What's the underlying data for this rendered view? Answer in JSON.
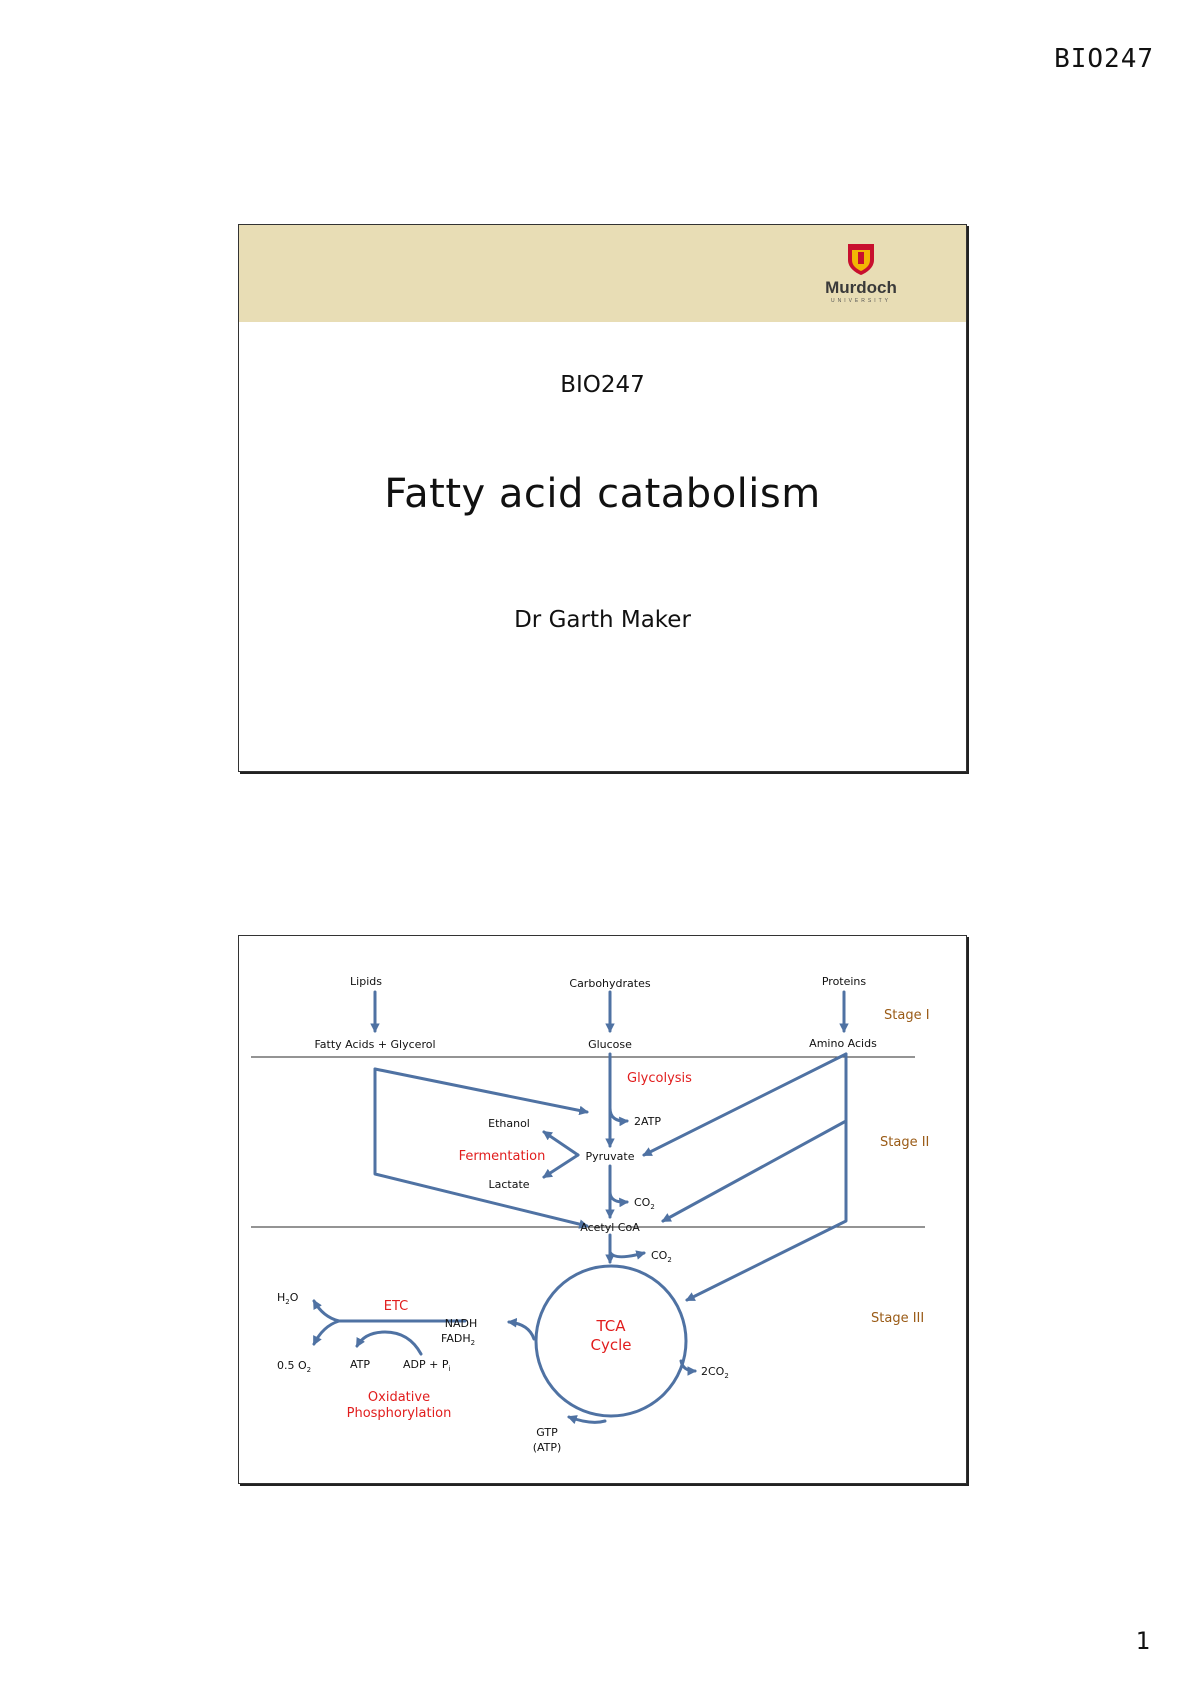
{
  "page": {
    "header_code": "BIO247",
    "page_number": "1"
  },
  "slide1": {
    "logo_text": "Murdoch",
    "logo_subtext": "UNIVERSITY",
    "course_code": "BIO247",
    "title": "Fatty acid catabolism",
    "author": "Dr Garth Maker"
  },
  "slide2": {
    "sources": {
      "lipids": "Lipids",
      "carbohydrates": "Carbohydrates",
      "proteins": "Proteins"
    },
    "monomers": {
      "fatty_acids": "Fatty Acids + Glycerol",
      "glucose": "Glucose",
      "amino_acids": "Amino Acids"
    },
    "stages": {
      "stage1": "Stage I",
      "stage2": "Stage II",
      "stage3": "Stage III"
    },
    "glycolysis": "Glycolysis",
    "atp_yield": "2ATP",
    "ethanol": "Ethanol",
    "fermentation": "Fermentation",
    "pyruvate": "Pyruvate",
    "lactate": "Lactate",
    "co2_pdh": {
      "main": "CO",
      "sub": "2"
    },
    "acetyl_coa": "Acetyl CoA",
    "co2_entry": {
      "main": "CO",
      "sub": "2"
    },
    "tca": {
      "line1": "TCA",
      "line2": "Cycle"
    },
    "nadh": "NADH",
    "fadh2": {
      "main": "FADH",
      "sub": "2"
    },
    "co2_tca": {
      "main": "2CO",
      "sub": "2"
    },
    "gtp": "GTP",
    "atp_paren": "(ATP)",
    "etc": "ETC",
    "water": {
      "pre": "H",
      "sub": "2",
      "post": "O"
    },
    "oxygen": {
      "main": "0.5 O",
      "sub": "2"
    },
    "atp": "ATP",
    "adp_pi": {
      "main": "ADP + P",
      "sub": "i"
    },
    "oxphos": {
      "line1": "Oxidative",
      "line2": "Phosphorylation"
    },
    "colors": {
      "arrow": "#4f72a3",
      "highlight": "#e11d1d",
      "stage": "#9a5b16"
    }
  }
}
